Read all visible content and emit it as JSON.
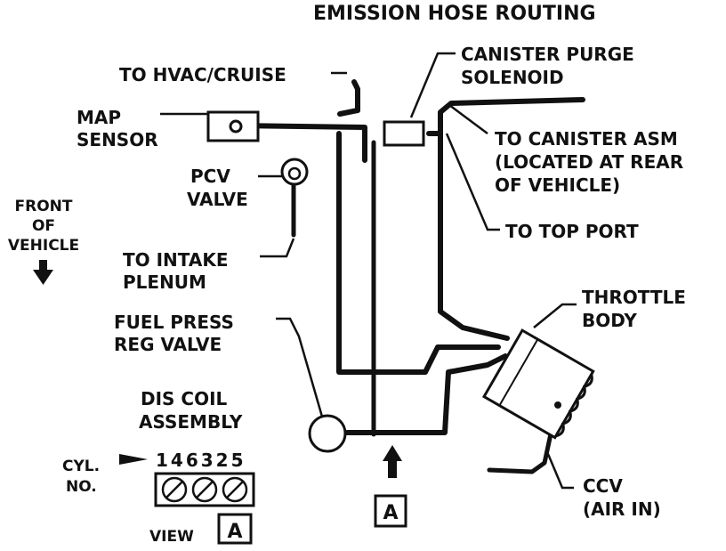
{
  "title": "EMISSION HOSE ROUTING",
  "labels": {
    "to_hvac_cruise": "TO HVAC/CRUISE",
    "map_sensor": [
      "MAP",
      "SENSOR"
    ],
    "pcv_valve": [
      "PCV",
      "VALVE"
    ],
    "front_of_vehicle": [
      "FRONT",
      "OF",
      "VEHICLE"
    ],
    "to_intake_plenum": [
      "TO INTAKE",
      "PLENUM"
    ],
    "fuel_press_reg_valve": [
      "FUEL PRESS",
      "REG VALVE"
    ],
    "dis_coil_assembly": [
      "DIS COIL",
      "ASSEMBLY"
    ],
    "cyl_no": [
      "CYL.",
      "NO."
    ],
    "cylinder_order": "146325",
    "view": "VIEW",
    "view_letter": "A",
    "view_arrow_letter": "A",
    "canister_purge_solenoid": [
      "CANISTER PURGE",
      "SOLENOID"
    ],
    "to_canister_asm": [
      "TO CANISTER ASM",
      "(LOCATED AT REAR",
      "OF VEHICLE)"
    ],
    "to_top_port": "TO TOP PORT",
    "throttle_body": [
      "THROTTLE",
      "BODY"
    ],
    "ccv": [
      "CCV",
      "(AIR IN)"
    ]
  },
  "icons": {
    "front_arrow": "arrow-down-icon",
    "view_arrow": "arrow-up-icon",
    "cyl_pointer": "arrow-right-icon"
  }
}
